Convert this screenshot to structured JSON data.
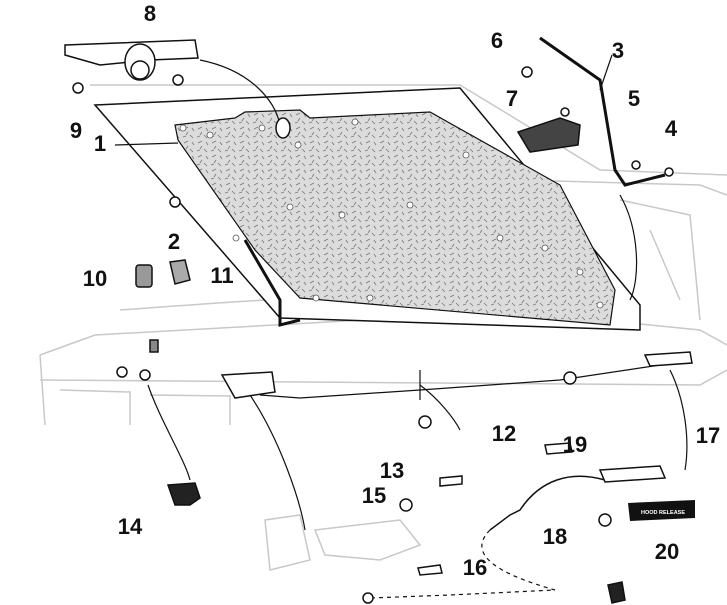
{
  "labels": {
    "p1": "1",
    "p2": "2",
    "p3": "3",
    "p4": "4",
    "p5": "5",
    "p6": "6",
    "p7": "7",
    "p8": "8",
    "p9": "9",
    "p10": "10",
    "p11": "11",
    "p12": "12",
    "p13": "13",
    "p14": "14",
    "p15": "15",
    "p16": "16",
    "p17": "17",
    "p18": "18",
    "p19": "19",
    "p20": "20"
  },
  "release_handle_text": "HOOD RELEASE",
  "colors": {
    "line": "#111111",
    "ghost": "#c8c8c8",
    "pad": "#dcdcdc"
  }
}
